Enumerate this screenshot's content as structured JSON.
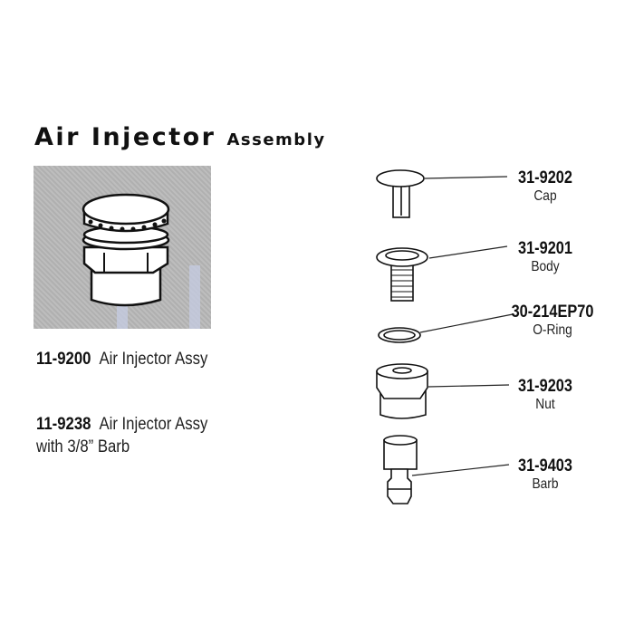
{
  "title": {
    "main": "Air Injector",
    "sub": "Assembly"
  },
  "products": [
    {
      "part": "11-9200",
      "desc": "Air Injector Assy"
    },
    {
      "part": "11-9238",
      "desc": "Air Injector Assy",
      "desc2": "with 3/8” Barb"
    }
  ],
  "parts": [
    {
      "part": "31-9202",
      "name": "Cap"
    },
    {
      "part": "31-9201",
      "name": "Body"
    },
    {
      "part": "30-214EP70",
      "name": "O-Ring"
    },
    {
      "part": "31-9203",
      "name": "Nut"
    },
    {
      "part": "31-9403",
      "name": "Barb"
    }
  ]
}
